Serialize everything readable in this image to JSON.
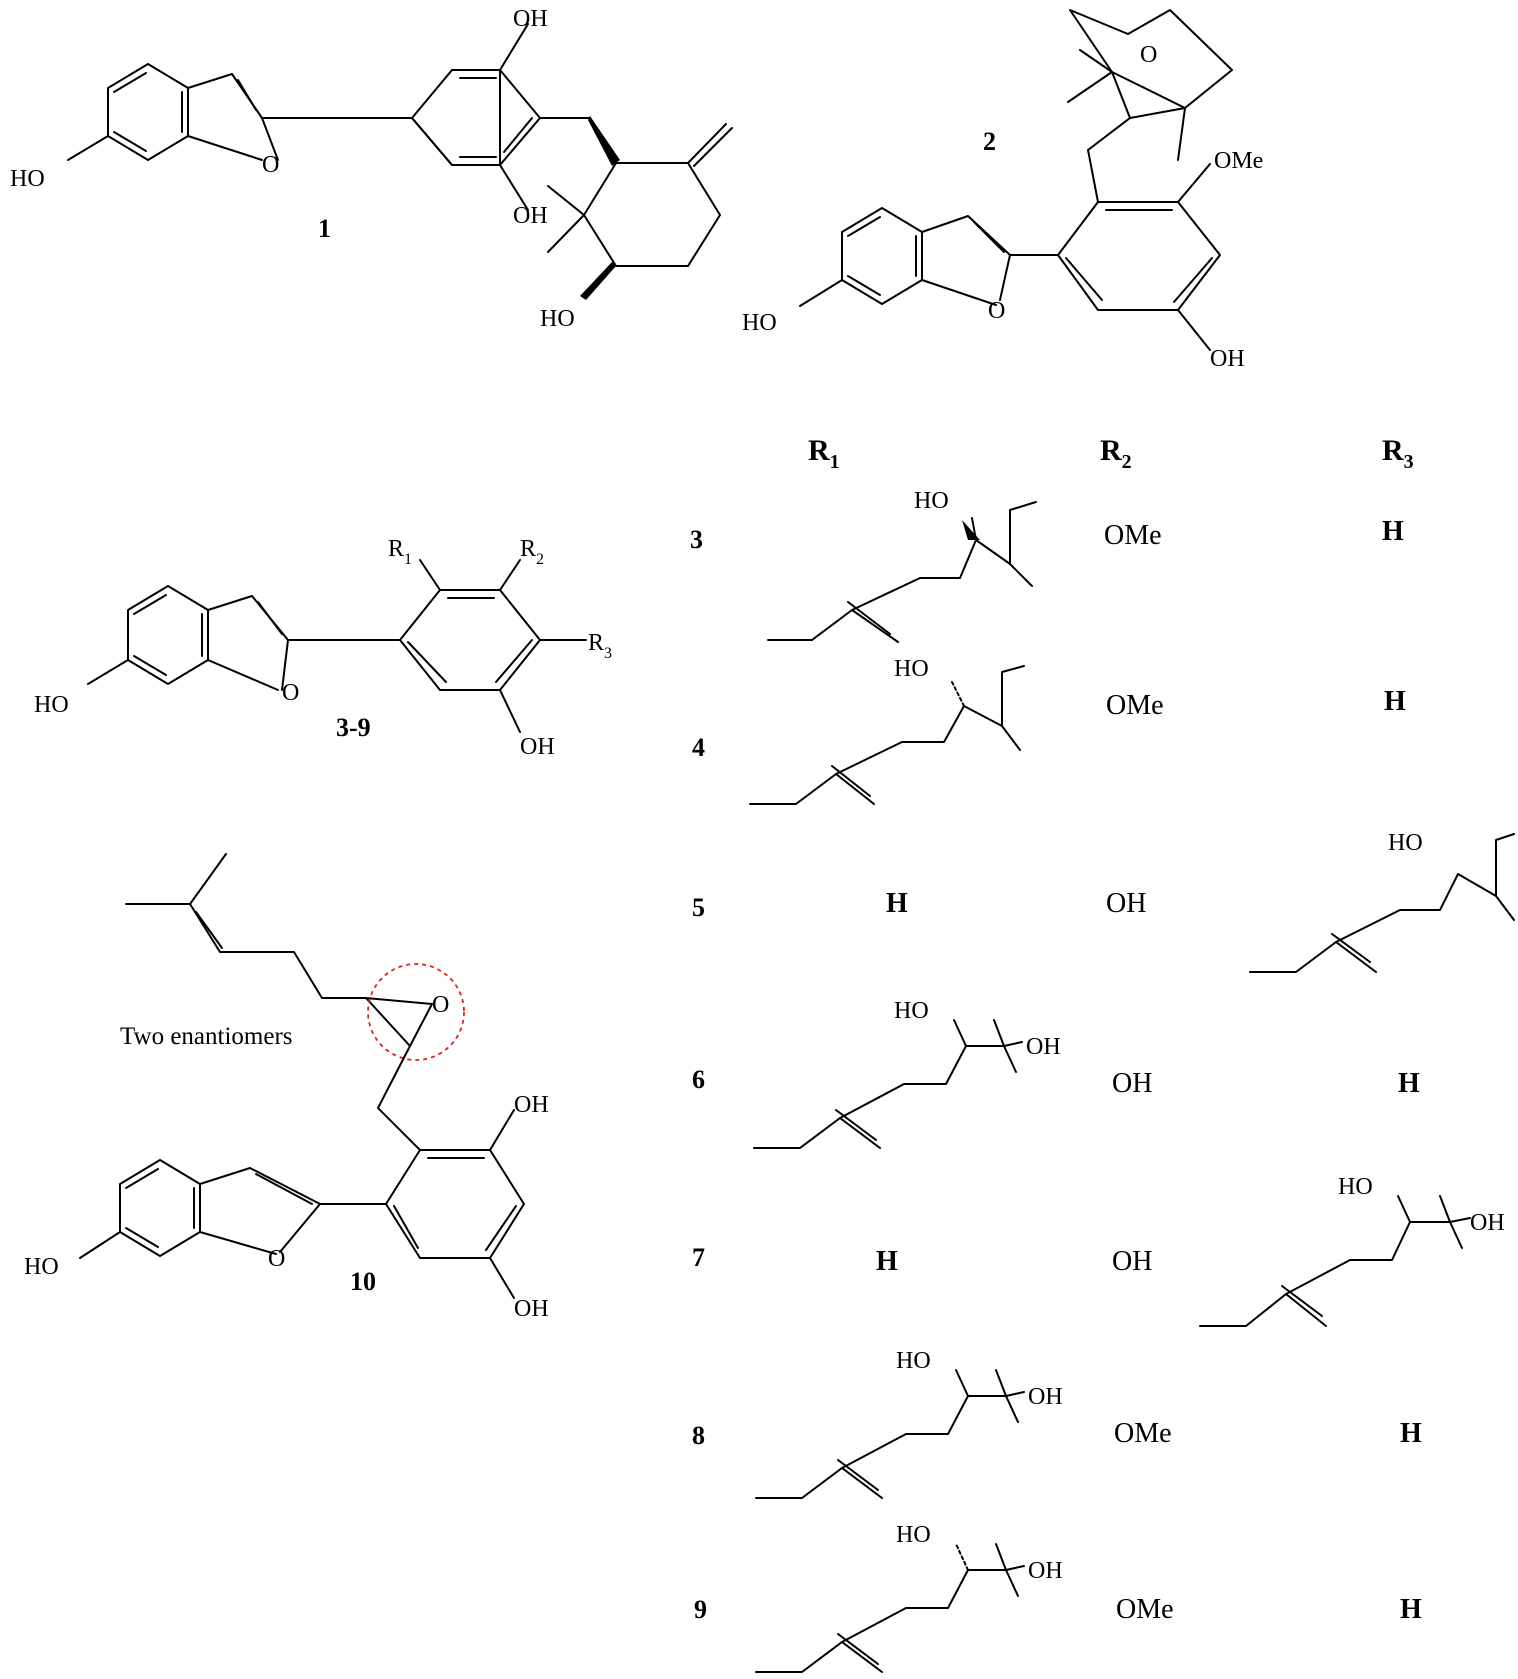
{
  "compounds": {
    "c1": {
      "label": "1",
      "atoms": {
        "oh_top": "OH",
        "oh_mid": "OH",
        "ho_left": "HO",
        "o_furan": "O",
        "ho_bottom": "HO"
      }
    },
    "c2": {
      "label": "2",
      "atoms": {
        "o_bridge": "O",
        "ome": "OMe",
        "ho_left": "HO",
        "o_furan": "O",
        "oh_bottom": "OH"
      }
    },
    "core": {
      "label": "3-9",
      "atoms": {
        "r1": "R",
        "r1_sub": "1",
        "r2": "R",
        "r2_sub": "2",
        "r3": "R",
        "r3_sub": "3",
        "ho_left": "HO",
        "o_furan": "O",
        "oh_bottom": "OH"
      }
    },
    "c10": {
      "label": "10",
      "note": "Two enantiomers",
      "atoms": {
        "o_epoxide": "O",
        "oh_top": "OH",
        "ho_left": "HO",
        "o_furan": "O",
        "oh_bottom": "OH"
      }
    }
  },
  "table": {
    "headers": [
      {
        "main": "R",
        "sub": "1"
      },
      {
        "main": "R",
        "sub": "2"
      },
      {
        "main": "R",
        "sub": "3"
      }
    ],
    "rows": [
      {
        "id": "3",
        "r1": "chain",
        "r2": "OMe",
        "r3": "H"
      },
      {
        "id": "4",
        "r1": "chain",
        "r2": "OMe",
        "r3": "H"
      },
      {
        "id": "5",
        "r1": "H",
        "r2": "OH",
        "r3": "chain"
      },
      {
        "id": "6",
        "r1": "chain",
        "r2": "OH",
        "r3": "H"
      },
      {
        "id": "7",
        "r1": "H",
        "r2": "OH",
        "r3": "chain"
      },
      {
        "id": "8",
        "r1": "chain",
        "r2": "OMe",
        "r3": "H"
      },
      {
        "id": "9",
        "r1": "chain",
        "r2": "OMe",
        "r3": "H"
      }
    ]
  },
  "chain_atoms": {
    "ho": "HO",
    "oh": "OH"
  }
}
